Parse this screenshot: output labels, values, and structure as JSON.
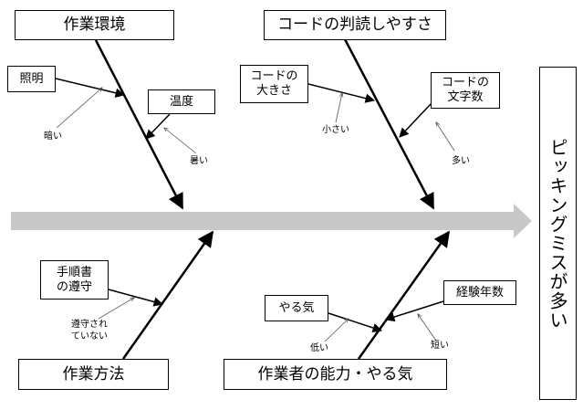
{
  "result_label": "ピッキングミスが多い",
  "categories": {
    "environment": "作業環境",
    "readability": "コードの判読しやすさ",
    "method": "作業方法",
    "ability": "作業者の能力・やる気"
  },
  "causes": {
    "lighting": "照明",
    "temperature": "温度",
    "code_size": [
      "コードの",
      "大きさ"
    ],
    "code_chars": [
      "コードの",
      "文字数"
    ],
    "procedure": [
      "手順書",
      "の遵守"
    ],
    "motivation": "やる気",
    "experience": "経験年数"
  },
  "notes": {
    "dark": "暗い",
    "hot": "暑い",
    "small": "小さい",
    "many": "多い",
    "not_followed": [
      "遵守され",
      "ていない"
    ],
    "low": "低い",
    "short": "短い"
  },
  "colors": {
    "spine": "#c8c8c8",
    "line": "#000000",
    "note_arrow": "#555555"
  }
}
